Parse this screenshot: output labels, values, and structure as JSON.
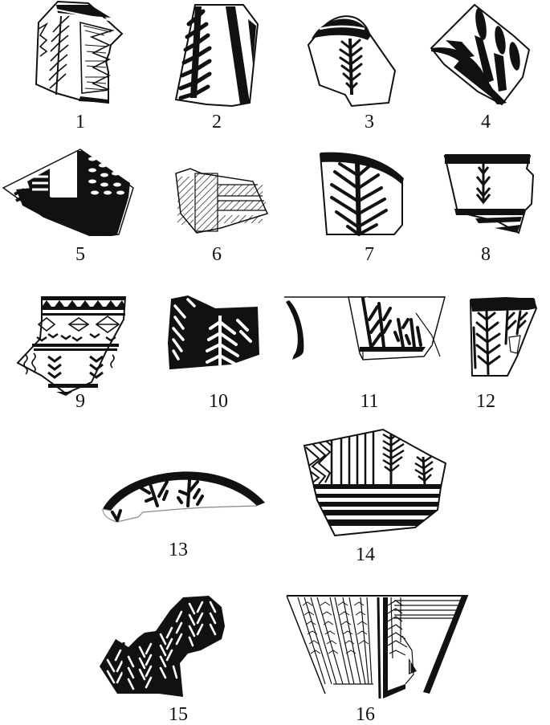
{
  "figure": {
    "ink_color": "#111111",
    "background": "#ffffff",
    "sherds": [
      {
        "number": "1",
        "motif": "herringbone frond with hatched zigzag bands"
      },
      {
        "number": "2",
        "motif": "solid herringbone frond with diagonal bands"
      },
      {
        "number": "3",
        "motif": "rim band with herringbone frond"
      },
      {
        "number": "4",
        "motif": "bold solid branch with leaves"
      },
      {
        "number": "5",
        "motif": "comb strokes with cross-hatched lattice"
      },
      {
        "number": "6",
        "motif": "hatched horizontal and vertical bands"
      },
      {
        "number": "7",
        "motif": "rim band with large herringbone frond"
      },
      {
        "number": "8",
        "motif": "rim band with chevron column and base bands"
      },
      {
        "number": "9",
        "motif": "triangles, diamonds, chevrons and wavy lines in registers"
      },
      {
        "number": "10",
        "motif": "reserved herringbone on dark ground"
      },
      {
        "number": "11",
        "motif": "bowl profile with herringbone fronds"
      },
      {
        "number": "12",
        "motif": "rim band with dense herringbone fronds"
      },
      {
        "number": "13",
        "motif": "arched band with pendant branches"
      },
      {
        "number": "14",
        "motif": "hatched zigzag, vertical lines, trees above horizontal bands"
      },
      {
        "number": "15",
        "motif": "dense herringbone columns on dark ground"
      },
      {
        "number": "16",
        "motif": "bowl with fine wheat-ear fronds and horizontal lines"
      }
    ]
  }
}
